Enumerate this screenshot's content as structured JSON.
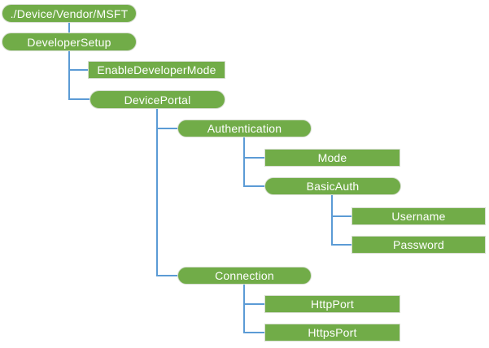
{
  "diagram": {
    "nodes": {
      "root": {
        "label": "./Device/Vendor/MSFT"
      },
      "developer_setup": {
        "label": "DeveloperSetup"
      },
      "enable_developer_mode": {
        "label": "EnableDeveloperMode"
      },
      "device_portal": {
        "label": "DevicePortal"
      },
      "authentication": {
        "label": "Authentication"
      },
      "mode": {
        "label": "Mode"
      },
      "basic_auth": {
        "label": "BasicAuth"
      },
      "username": {
        "label": "Username"
      },
      "password": {
        "label": "Password"
      },
      "connection": {
        "label": "Connection"
      },
      "http_port": {
        "label": "HttpPort"
      },
      "https_port": {
        "label": "HttpsPort"
      }
    },
    "colors": {
      "node_fill": "#71AC48",
      "node_border": "#D6DDD0",
      "connector": "#5B9BD5",
      "text": "#FFFFFF",
      "background": "#FFFFFF"
    }
  }
}
